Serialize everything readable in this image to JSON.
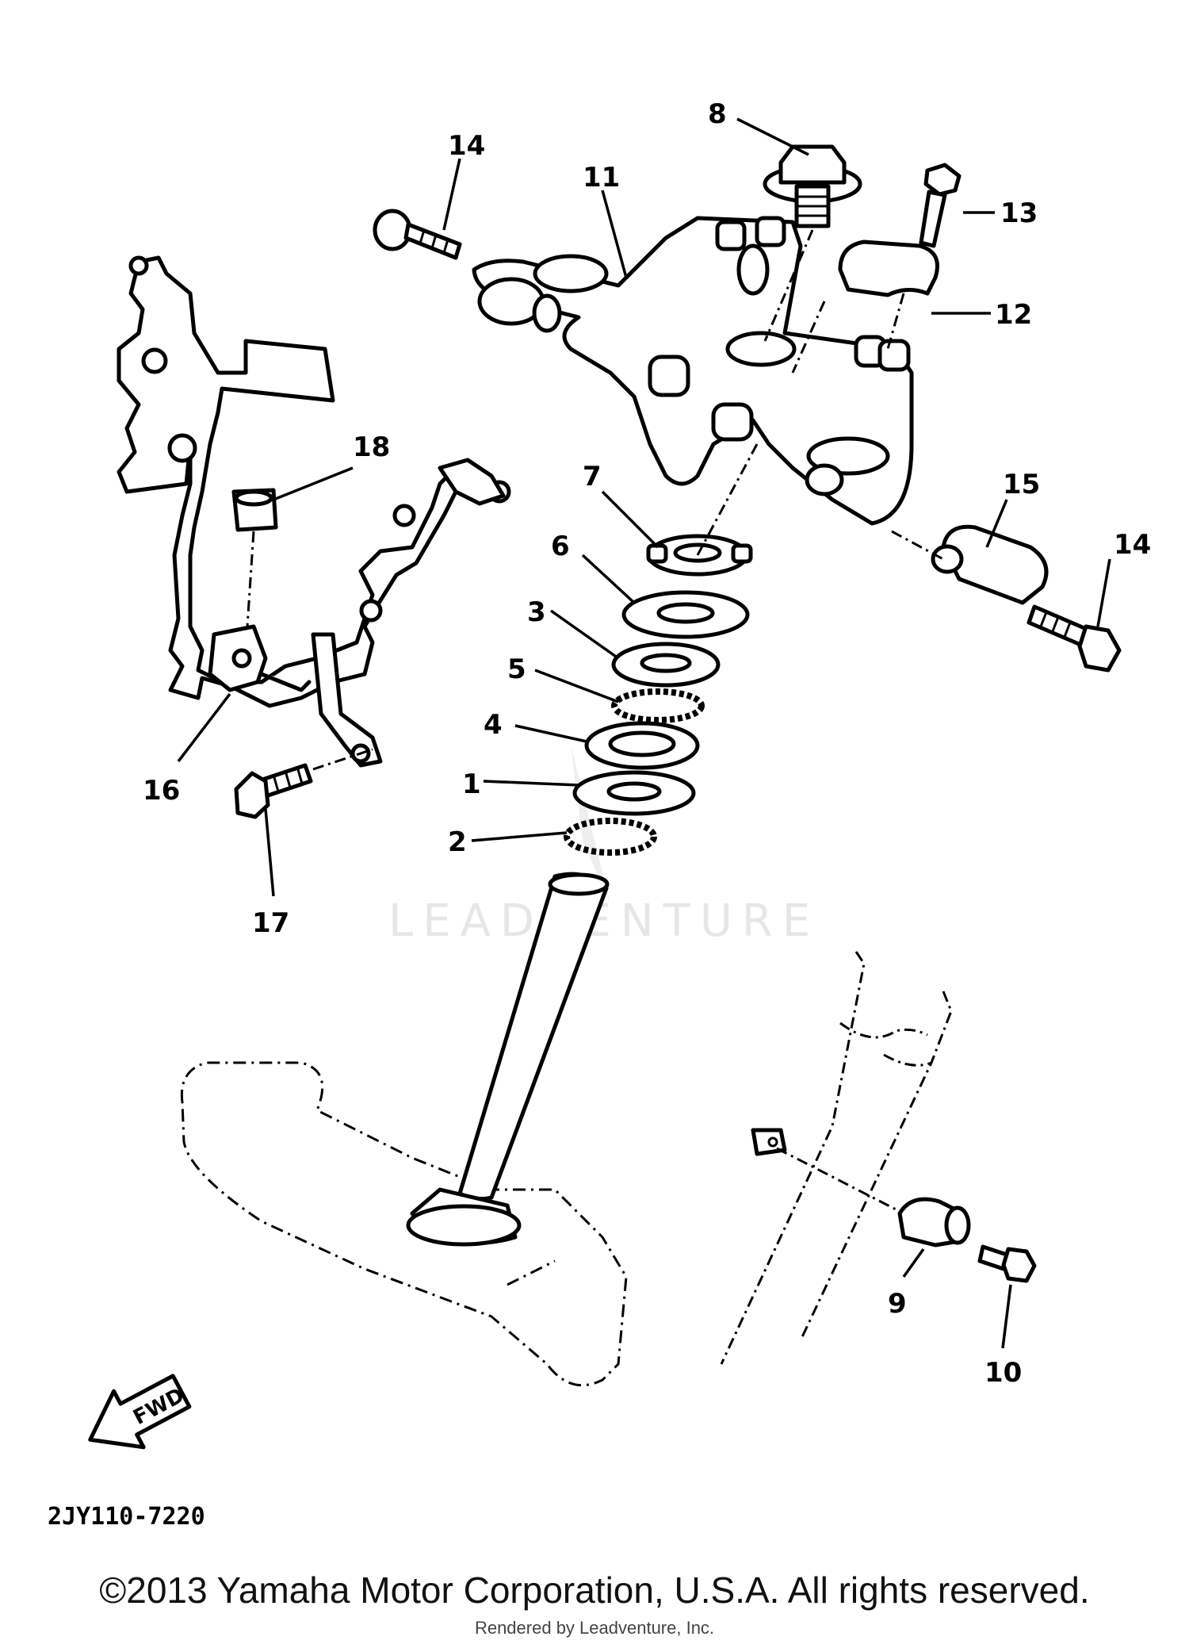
{
  "callouts": [
    "1",
    "2",
    "3",
    "4",
    "5",
    "6",
    "7",
    "8",
    "9",
    "10",
    "11",
    "12",
    "13",
    "14",
    "14",
    "15",
    "16",
    "17",
    "18"
  ],
  "direction_label": "FWD",
  "diagram_code": "2JY110-7220",
  "watermark": "LEADVENTURE",
  "copyright": "©2013 Yamaha Motor Corporation, U.S.A. All rights reserved.",
  "rendered_by": "Rendered by Leadventure, Inc."
}
